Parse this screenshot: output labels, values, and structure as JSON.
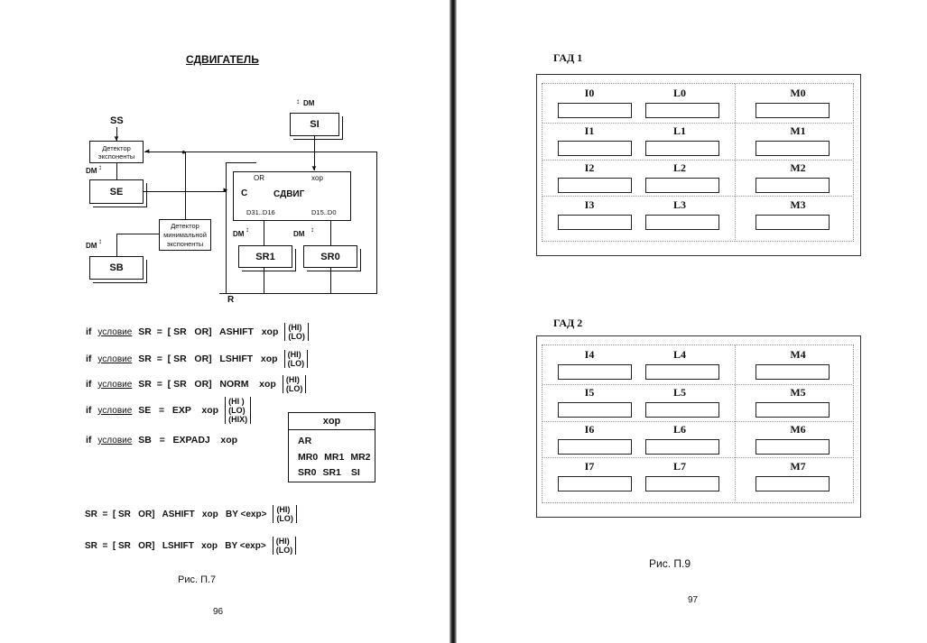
{
  "left_page": {
    "title": "СДВИГАТЕЛЬ",
    "diagram": {
      "ss": "SS",
      "dm_si": "DM",
      "si": "SI",
      "exp_detector": "Детектор экспоненты",
      "dm_se": "DM",
      "se": "SE",
      "min_exp_detector": "Детектор минимальной экспоненты",
      "dm_sb": "DM",
      "sb": "SB",
      "or": "OR",
      "xop": "xop",
      "c": "C",
      "shift": "СДВИГ",
      "d_hi": "D31..D16",
      "d_lo": "D15..D0",
      "dm_sr1": "DM",
      "dm_sr0": "DM",
      "sr1": "SR1",
      "sr0": "SR0",
      "r": "R"
    },
    "formulas": [
      {
        "if": "if",
        "cond": "условие",
        "expr": "SR  =  [ SR   OR]   ASHIFT   xop",
        "opts": [
          "(HI)",
          "(LO)"
        ]
      },
      {
        "if": "if",
        "cond": "условие",
        "expr": "SR  =  [ SR   OR]   LSHIFT   xop",
        "opts": [
          "(HI)",
          "(LO)"
        ]
      },
      {
        "if": "if",
        "cond": "условие",
        "expr": "SR  =  [ SR   OR]   NORM    xop",
        "opts": [
          "(HI)",
          "(LO)"
        ]
      },
      {
        "if": "if",
        "cond": "условие",
        "expr": "SE   =   EXP    xop",
        "opts": [
          "(HI )",
          "(LO)",
          "(HIX)"
        ]
      },
      {
        "if": "if",
        "cond": "условие",
        "expr": "SB   =   EXPADJ    xop",
        "opts": []
      }
    ],
    "xop_table": {
      "header": "xop",
      "rows": [
        [
          "AR"
        ],
        [
          "MR0",
          "MR1",
          "MR2"
        ],
        [
          "SR0",
          "SR1",
          "SI"
        ]
      ]
    },
    "by_formulas": [
      {
        "expr": "SR  =  [ SR   OR]   ASHIFT   xop   BY <exp>",
        "opts": [
          "(HI)",
          "(LO)"
        ]
      },
      {
        "expr": "SR  =  [ SR   OR]   LSHIFT   xop   BY <exp>",
        "opts": [
          "(HI)",
          "(LO)"
        ]
      }
    ],
    "caption": "Рис. П.7",
    "page_number": "96"
  },
  "right_page": {
    "gad1": {
      "title": "ГАД 1",
      "rows": [
        {
          "i": "I0",
          "l": "L0",
          "m": "M0"
        },
        {
          "i": "I1",
          "l": "L1",
          "m": "M1"
        },
        {
          "i": "I2",
          "l": "L2",
          "m": "M2"
        },
        {
          "i": "I3",
          "l": "L3",
          "m": "M3"
        }
      ]
    },
    "gad2": {
      "title": "ГАД 2",
      "rows": [
        {
          "i": "I4",
          "l": "L4",
          "m": "M4"
        },
        {
          "i": "I5",
          "l": "L5",
          "m": "M5"
        },
        {
          "i": "I6",
          "l": "L6",
          "m": "M6"
        },
        {
          "i": "I7",
          "l": "L7",
          "m": "M7"
        }
      ]
    },
    "caption": "Рис. П.9",
    "page_number": "97"
  }
}
